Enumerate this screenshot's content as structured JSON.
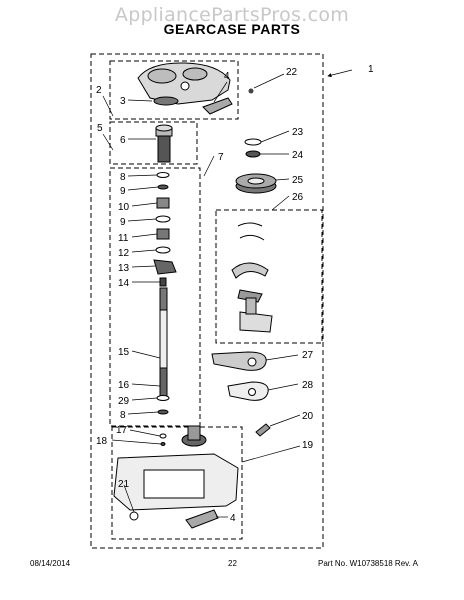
{
  "watermark": "AppliancePartsPros.com",
  "title": "GEARCASE PARTS",
  "footer": {
    "date": "08/14/2014",
    "page": "22",
    "doc": "Part No. W10738518  Rev. A"
  },
  "callouts": {
    "c1": "1",
    "c2": "2",
    "c3": "3",
    "c4a": "4",
    "c4b": "4",
    "c5": "5",
    "c6": "6",
    "c7": "7",
    "c8a": "8",
    "c8b": "8",
    "c9a": "9",
    "c9b": "9",
    "c10": "10",
    "c11": "11",
    "c12": "12",
    "c13": "13",
    "c14": "14",
    "c15": "15",
    "c16": "16",
    "c17": "17",
    "c18": "18",
    "c19": "19",
    "c20": "20",
    "c21": "21",
    "c22": "22",
    "c23": "23",
    "c24": "24",
    "c25": "25",
    "c26": "26",
    "c27": "27",
    "c28": "28",
    "c29": "29"
  }
}
